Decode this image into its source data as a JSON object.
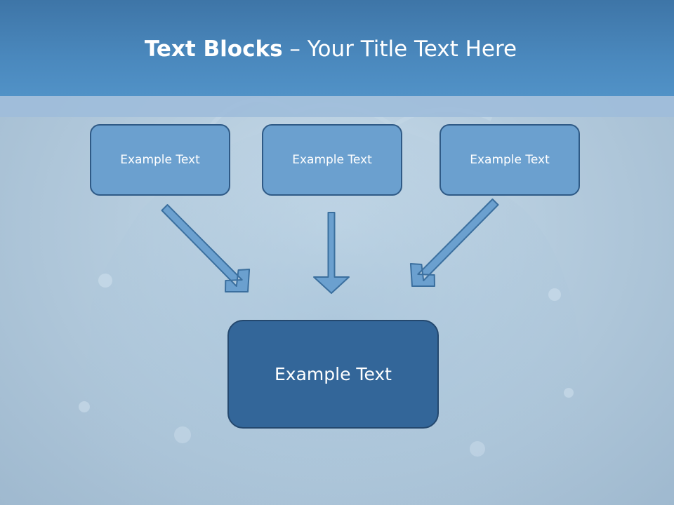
{
  "slide": {
    "title_bold": "Text Blocks",
    "title_sep": " – ",
    "title_rest": "Your Title Text Here",
    "boxes": [
      {
        "label": "Example Text"
      },
      {
        "label": "Example Text"
      },
      {
        "label": "Example Text"
      }
    ],
    "main_box": {
      "label": "Example Text"
    }
  },
  "colors": {
    "header": "#4a88bd",
    "box_fill": "#6ba0cf",
    "main_box_fill": "#336699",
    "arrow_fill": "#6ba0cf",
    "border": "#2f5a86"
  }
}
